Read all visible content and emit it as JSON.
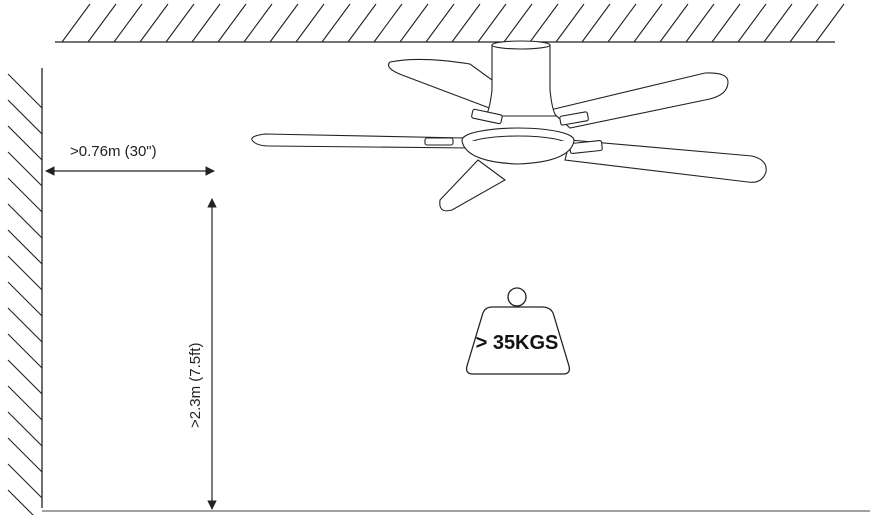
{
  "horizontal_clearance": {
    "text": ">0.76m (30\")"
  },
  "vertical_clearance": {
    "text": ">2.3m (7.5ft)"
  },
  "weight_label": {
    "text": "> 35KGS"
  },
  "icons": [
    "ceiling-hatch",
    "wall-hatch",
    "ceiling-fan",
    "weight-icon",
    "dimension-arrow"
  ]
}
